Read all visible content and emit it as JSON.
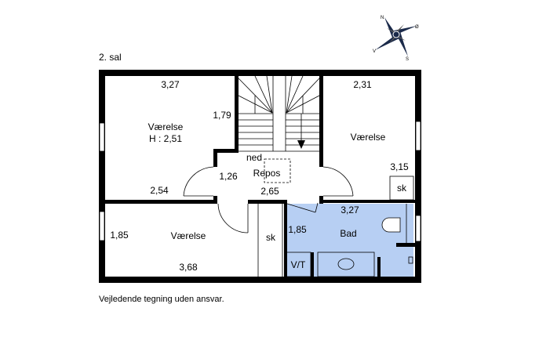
{
  "floor_label": "2. sal",
  "disclaimer": "Vejledende tegning uden ansvar.",
  "compass": {
    "n": "N",
    "e": "Ø",
    "s": "S",
    "w": "V"
  },
  "colors": {
    "bath": "#b7cff3",
    "wall": "#000000"
  },
  "rooms": {
    "top_left": {
      "name": "Værelse",
      "height": "H : 2,51",
      "dim_top": "3,27",
      "dim_side": "1,79",
      "dim_bottom": "2,54"
    },
    "top_right": {
      "name": "Værelse",
      "dim_top": "2,31",
      "dim_side": "3,15",
      "closet": "sk"
    },
    "landing": {
      "name": "Repos",
      "stair_label": "ned",
      "dim_side": "1,26",
      "dim_bottom": "2,65"
    },
    "bottom_left": {
      "name": "Værelse",
      "dim_side": "1,85",
      "dim_bottom": "3,68"
    },
    "closet": {
      "name": "sk"
    },
    "bath": {
      "name": "Bad",
      "dim_top": "3,27",
      "dim_side": "1,85",
      "vt": "V/T"
    }
  }
}
